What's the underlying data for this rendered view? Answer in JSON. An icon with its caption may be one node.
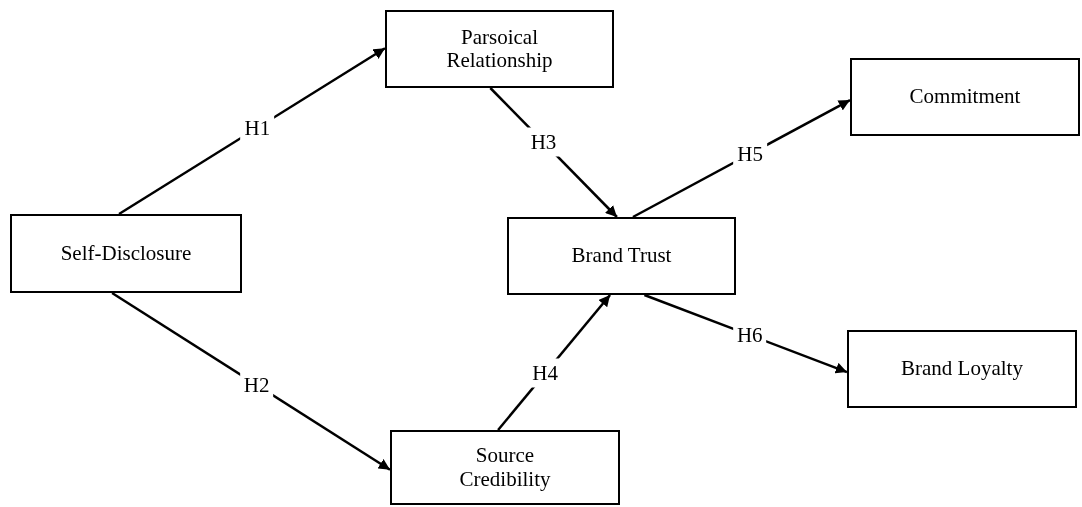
{
  "diagram": {
    "nodes": [
      {
        "text": [
          "Self-Disclosure"
        ]
      },
      {
        "text": [
          "Parsoical Relationship"
        ]
      },
      {
        "text": [
          "Brand Trust"
        ]
      },
      {
        "text": [
          "Commitment"
        ]
      },
      {
        "text": [
          "Brand Loyalty"
        ]
      },
      {
        "text": [
          "Source Credibility"
        ]
      }
    ],
    "edges": [
      {
        "from": 0,
        "to": 1,
        "arrow": "to",
        "label": "H1"
      },
      {
        "from": 0,
        "to": 5,
        "arrow": "to",
        "label": "H2"
      },
      {
        "from": 1,
        "to": 2,
        "arrow": "to",
        "label": "H3"
      },
      {
        "from": 5,
        "to": 2,
        "arrow": "to",
        "label": "H4"
      },
      {
        "from": 2,
        "to": 3,
        "arrow": "to",
        "label": "H5"
      },
      {
        "from": 2,
        "to": 4,
        "arrow": "to",
        "label": "H6"
      }
    ]
  }
}
